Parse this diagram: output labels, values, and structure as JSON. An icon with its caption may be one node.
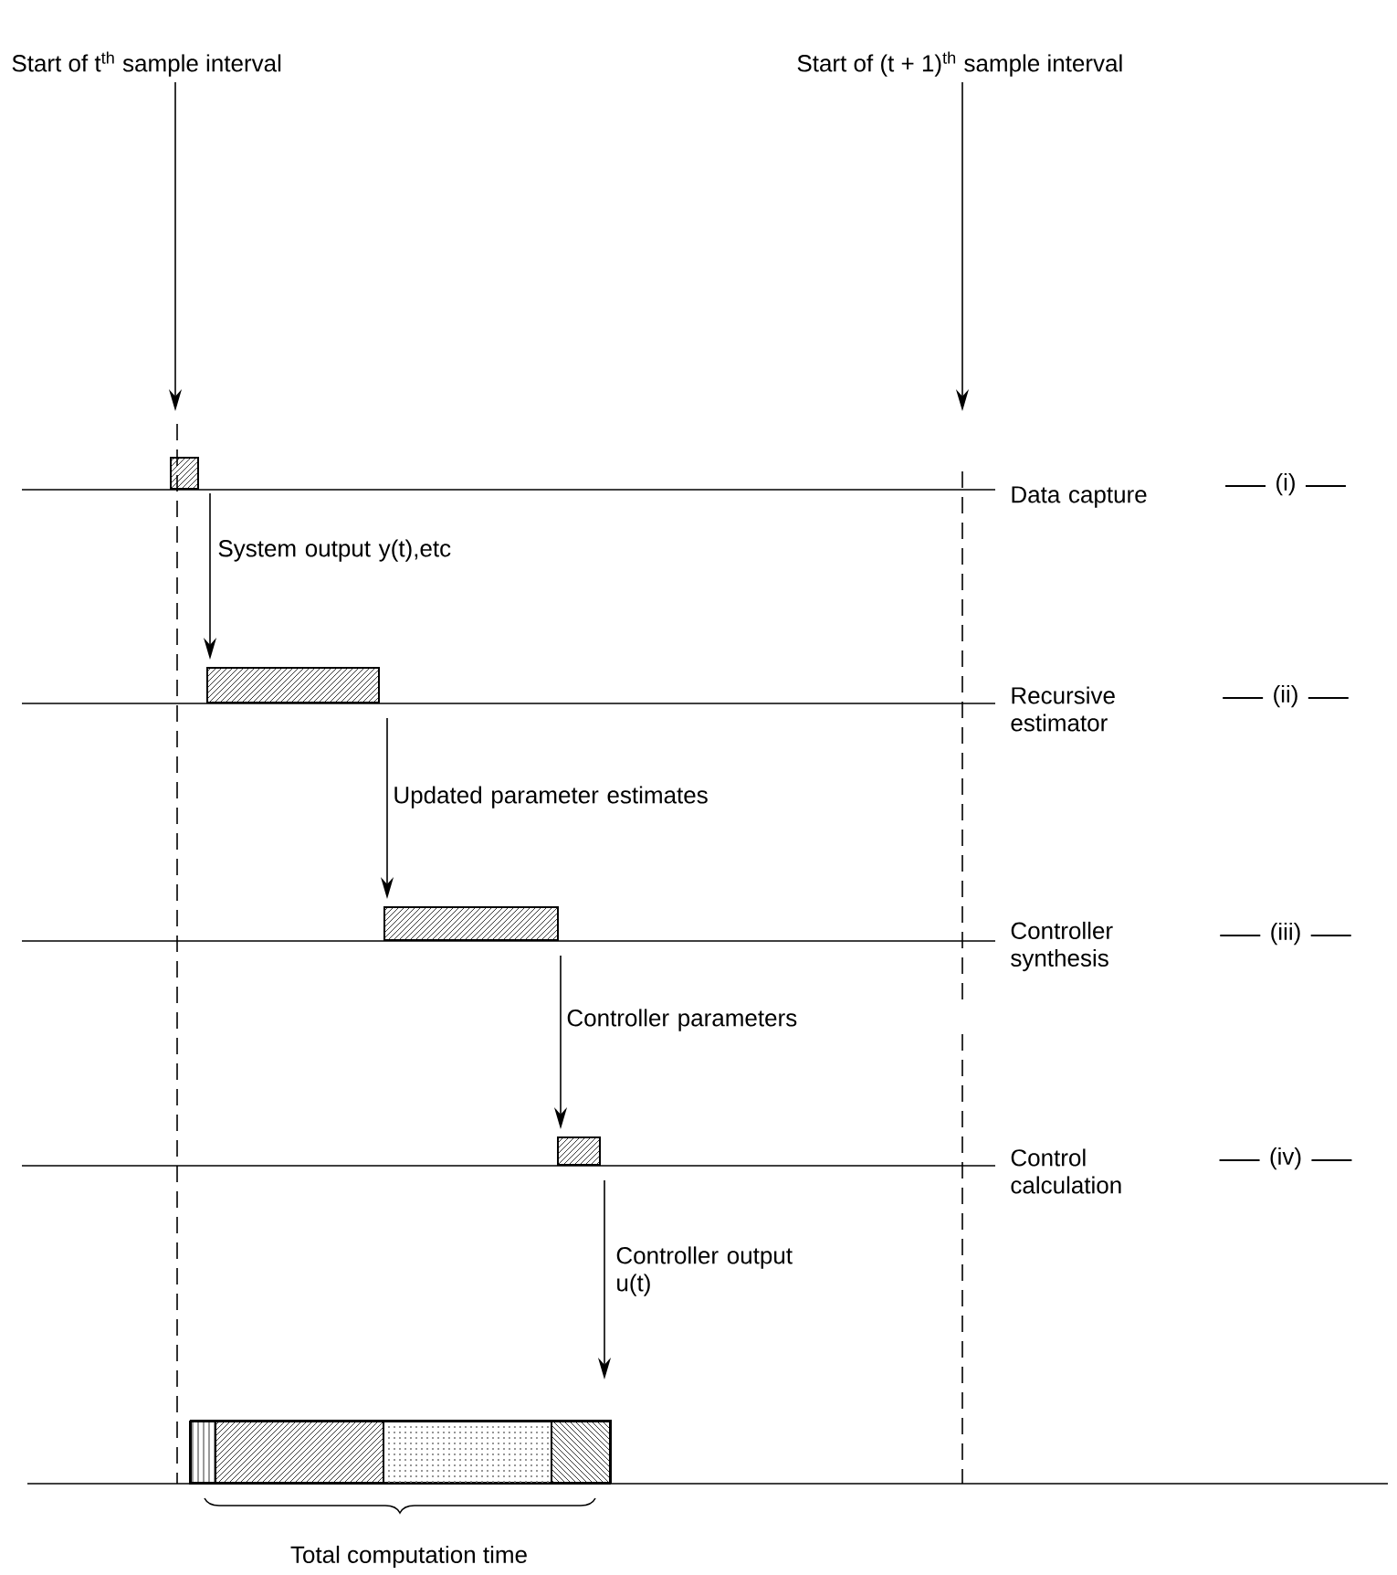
{
  "diagram": {
    "nodes": [
      {
        "text": [
          "Start of t$^{th}$ sample interval"
        ]
      },
      {
        "text": [
          "Start of (t + 1)$^{th}$ sample interval"
        ]
      },
      {
        "text": [],
        "shape": "bar"
      },
      {
        "text": [],
        "shape": "bar"
      },
      {
        "text": [],
        "shape": "bar"
      },
      {
        "text": [],
        "shape": "bar"
      },
      {
        "text": [],
        "shape": "bar"
      }
    ],
    "edges": [
      {
        "from": 0,
        "to": null,
        "arrow": "to"
      },
      {
        "from": 1,
        "to": null,
        "arrow": "to"
      },
      {
        "from": 2,
        "to": 3,
        "arrow": "to",
        "label": "System output y(t),etc"
      },
      {
        "from": 3,
        "to": 4,
        "arrow": "to",
        "label": "Updated parameter estimates"
      },
      {
        "from": 4,
        "to": 5,
        "arrow": "to",
        "label": "Controller parameters"
      },
      {
        "from": 5,
        "to": 6,
        "arrow": "to",
        "label": "Controller output u(t)"
      }
    ],
    "labels": [
      "Data capture",
      "(i)",
      "Recursive estimator",
      "(ii)",
      "Controller synthesis",
      "(iii)",
      "Control calculation",
      "(iv)",
      "Total computation time"
    ]
  }
}
